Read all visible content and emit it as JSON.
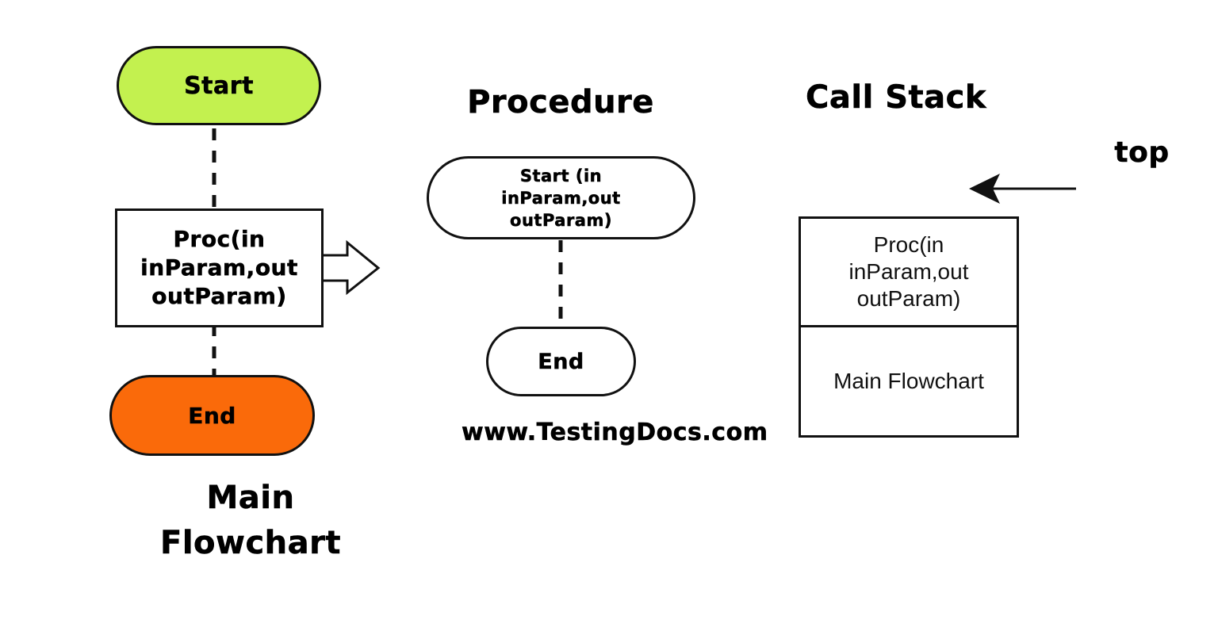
{
  "diagram": {
    "main_flowchart": {
      "start_label": "Start",
      "proc_lines": [
        "Proc(in",
        "inParam,out",
        "outParam)"
      ],
      "end_label": "End",
      "caption_lines": [
        "Main",
        "Flowchart"
      ]
    },
    "procedure": {
      "title": "Procedure",
      "start_lines": [
        "Start (in",
        "inParam,out",
        "outParam)"
      ],
      "end_label": "End",
      "watermark": "www.TestingDocs.com"
    },
    "call_stack": {
      "title": "Call Stack",
      "pointer_label": "top",
      "frames": [
        {
          "lines": [
            "Proc(in",
            "inParam,out",
            "outParam)"
          ]
        },
        {
          "lines": [
            "Main Flowchart"
          ]
        }
      ]
    },
    "colors": {
      "start_fill": "#C3F14F",
      "end_fill": "#FA6A0A",
      "stroke": "#111111",
      "background": "#FFFFFF"
    }
  }
}
